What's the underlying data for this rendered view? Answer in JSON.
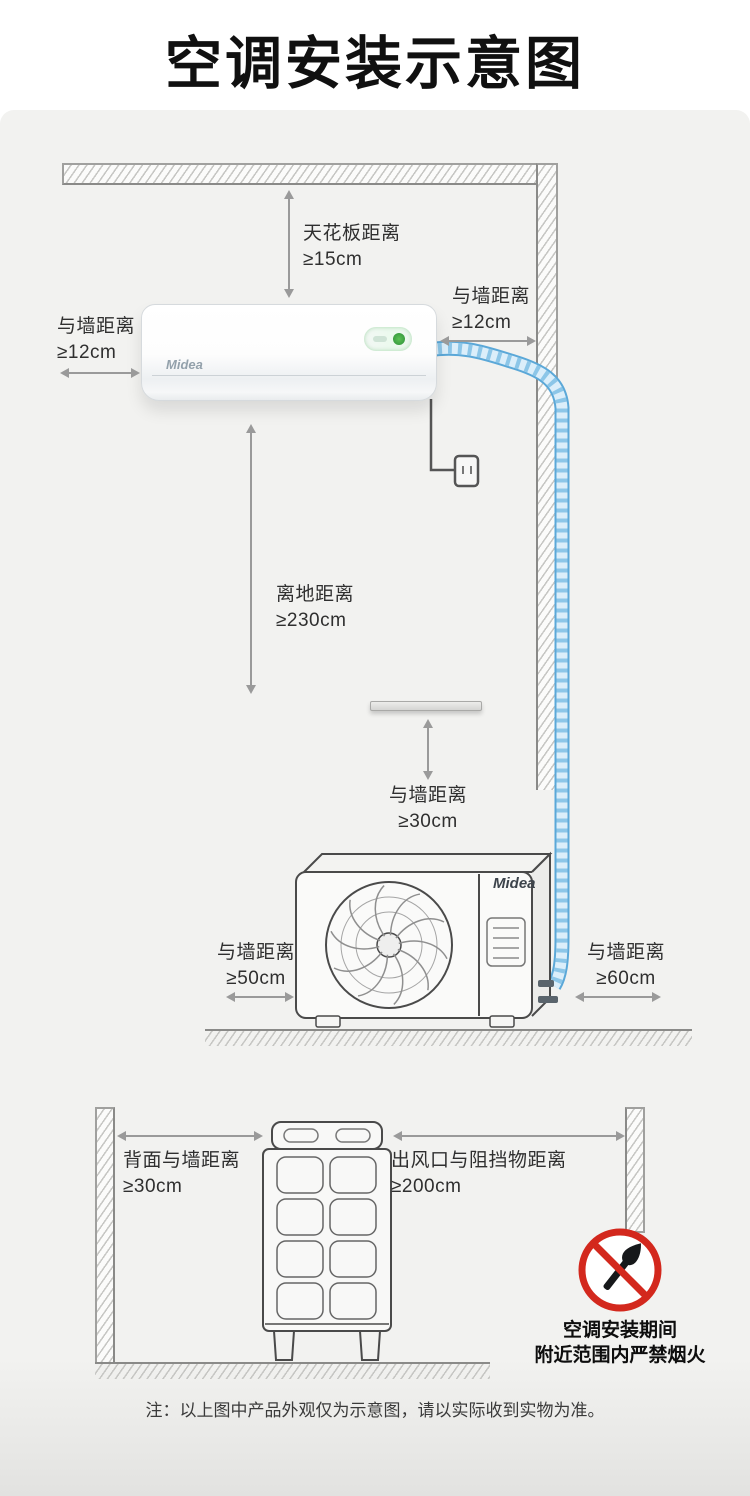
{
  "page": {
    "title": "空调安装示意图",
    "note": "注：以上图中产品外观仅为示意图，请以实际收到实物为准。"
  },
  "brand": {
    "indoor_logo": "Midea",
    "outdoor_logo": "Midea"
  },
  "measurements": {
    "ceiling": {
      "label": "天花板距离",
      "value": "≥15cm"
    },
    "indoor_wall_right": {
      "label": "与墙距离",
      "value": "≥12cm"
    },
    "indoor_wall_left": {
      "label": "与墙距离",
      "value": "≥12cm"
    },
    "indoor_floor": {
      "label": "离地距离",
      "value": "≥230cm"
    },
    "outdoor_top": {
      "label": "与墙距离",
      "value": "≥30cm"
    },
    "outdoor_left": {
      "label": "与墙距离",
      "value": "≥50cm"
    },
    "outdoor_right": {
      "label": "与墙距离",
      "value": "≥60cm"
    },
    "outdoor_back": {
      "label": "背面与墙距离",
      "value": "≥30cm"
    },
    "outdoor_outlet": {
      "label": "出风口与阻挡物距离",
      "value": "≥200cm"
    }
  },
  "warning": {
    "line1": "空调安装期间",
    "line2": "附近范围内严禁烟火"
  },
  "colors": {
    "pipe_blue": "#5ba8d8",
    "pipe_light": "#dbeefa",
    "pipe_rib": "#8cc6e8",
    "warning_red": "#d3281d",
    "panel_gray": "#f2f2f0",
    "line_gray": "#8a8a88",
    "text_dark": "#2f2f2f"
  }
}
